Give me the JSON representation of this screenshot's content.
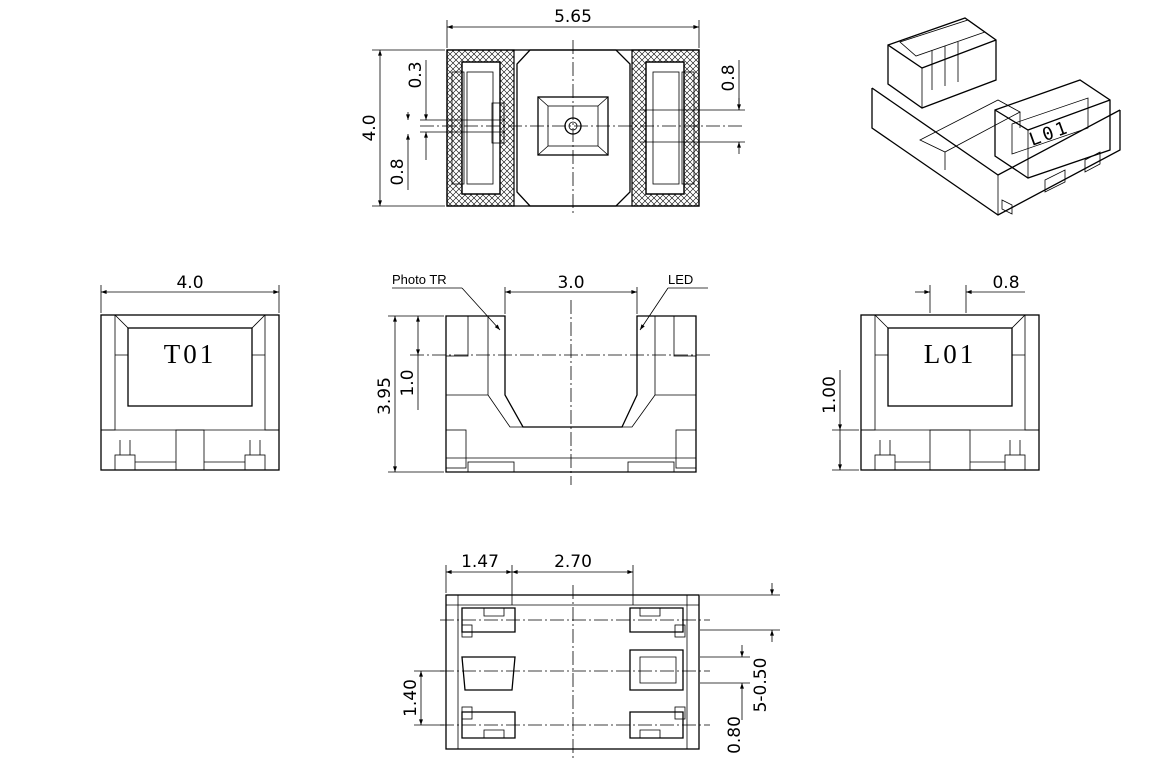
{
  "top_view": {
    "dim_width": "5.65",
    "dim_height": "4.0",
    "dim_slot_height": "0.3",
    "dim_left_bottom": "0.8",
    "dim_right": "0.8"
  },
  "iso_view": {
    "marking": "L01"
  },
  "left_view": {
    "dim_width": "4.0",
    "marking": "T01"
  },
  "front_view": {
    "label_photo_tr": "Photo TR",
    "label_led": "LED",
    "dim_gap": "3.0",
    "dim_height": "3.95",
    "dim_center": "1.0"
  },
  "right_view": {
    "dim_top": "0.8",
    "dim_height": "1.00",
    "marking": "L01"
  },
  "bottom_view": {
    "dim_left": "1.47",
    "dim_pitch_x": "2.70",
    "dim_pitch_y": "1.40",
    "dim_pad": "5-0.50",
    "dim_bottom": "0.80"
  }
}
